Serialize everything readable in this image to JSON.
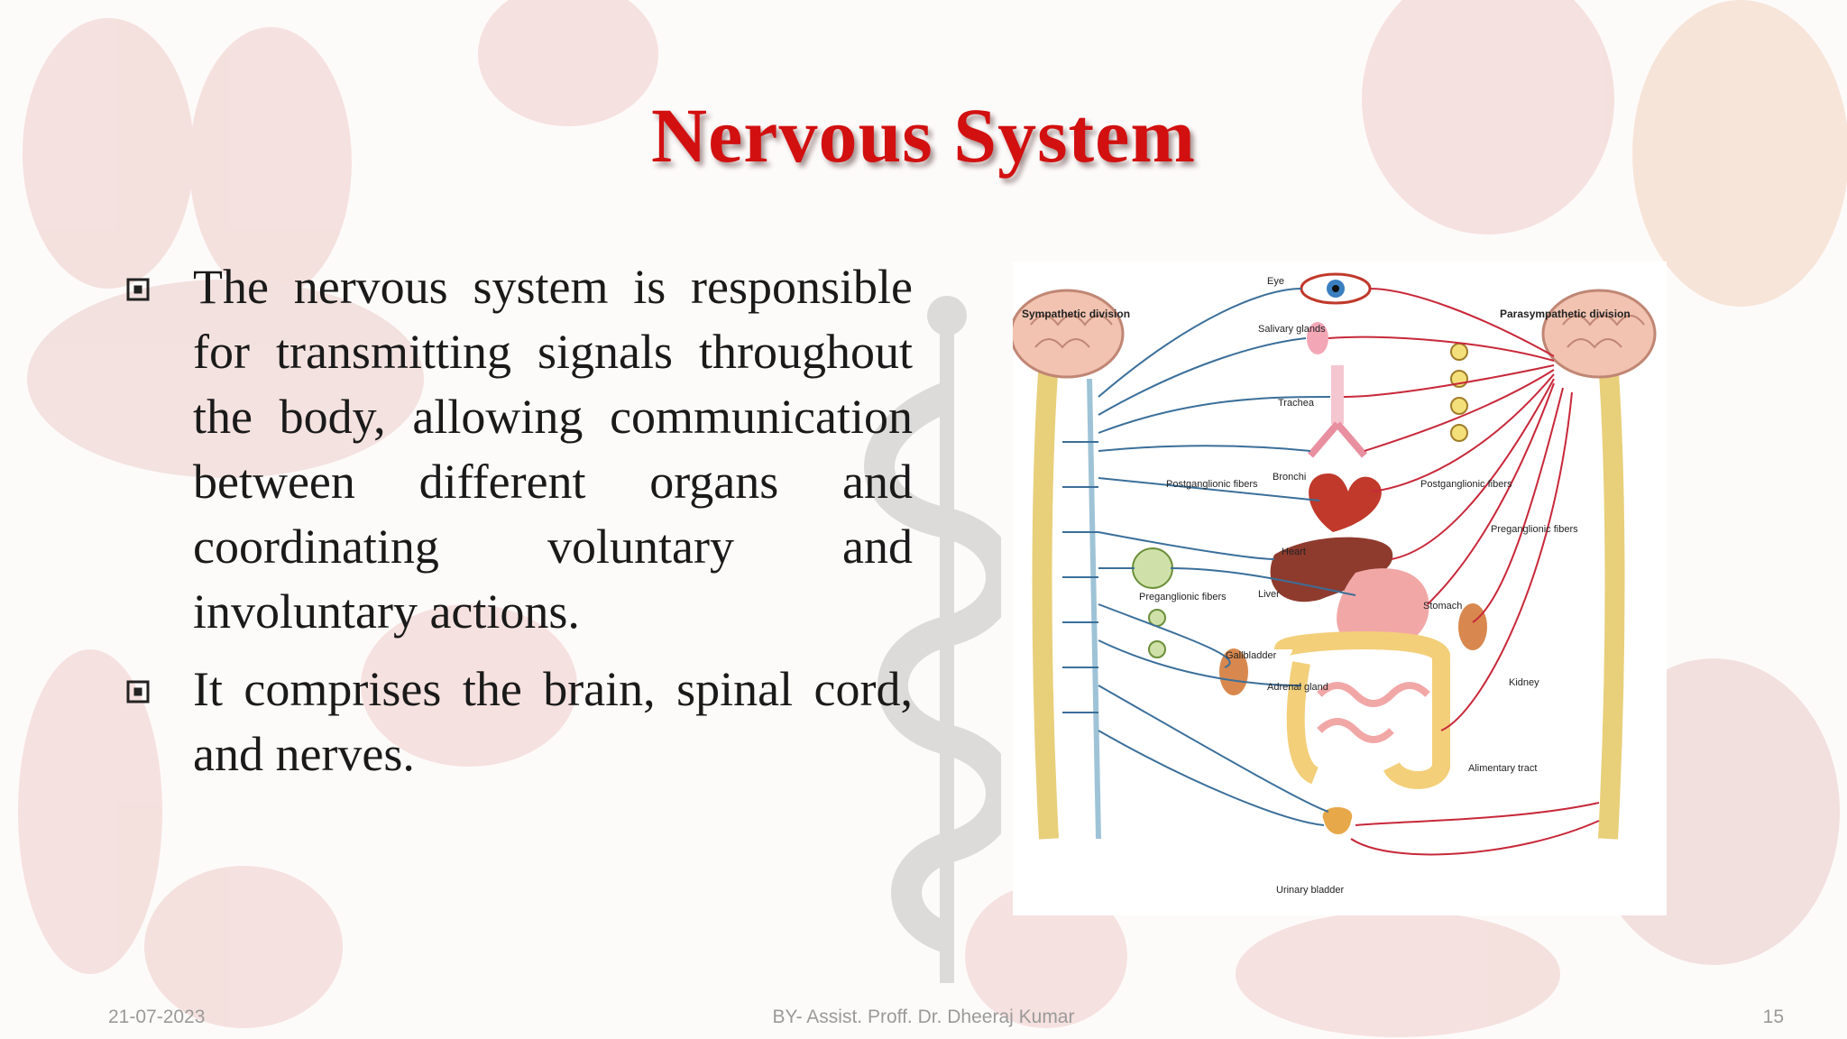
{
  "slide": {
    "title": "Nervous System",
    "bullets": [
      {
        "text": "The nervous system is responsible for transmitting signals throughout the body, allowing communication between different organs and coordinating voluntary and involuntary actions."
      },
      {
        "text": "It comprises the brain, spinal cord, and nerves."
      }
    ],
    "bullet_icon": "boxed-square-bullet-icon"
  },
  "diagram": {
    "sympathetic_label": "Sympathetic division",
    "parasympathetic_label": "Parasympathetic division",
    "labels": {
      "eye": "Eye",
      "salivary": "Salivary glands",
      "trachea": "Trachea",
      "bronchi": "Bronchi",
      "heart": "Heart",
      "liver": "Liver",
      "gallbladder": "Gallbladder",
      "adrenal": "Adrenal gland",
      "stomach": "Stomach",
      "kidney": "Kidney",
      "alimentary": "Alimentary tract",
      "bladder": "Urinary bladder",
      "post_left": "Postganglionic fibers",
      "pre_left": "Preganglionic fibers",
      "post_right": "Postganglionic fibers",
      "pre_right": "Preganglionic fibers"
    }
  },
  "footer": {
    "date": "21-07-2023",
    "author": "BY- Assist. Proff. Dr. Dheeraj Kumar",
    "page": "15"
  },
  "colors": {
    "title": "#d21010",
    "sympathetic_nerve": "#3b6f9a",
    "parasympathetic_nerve": "#c8283a"
  }
}
